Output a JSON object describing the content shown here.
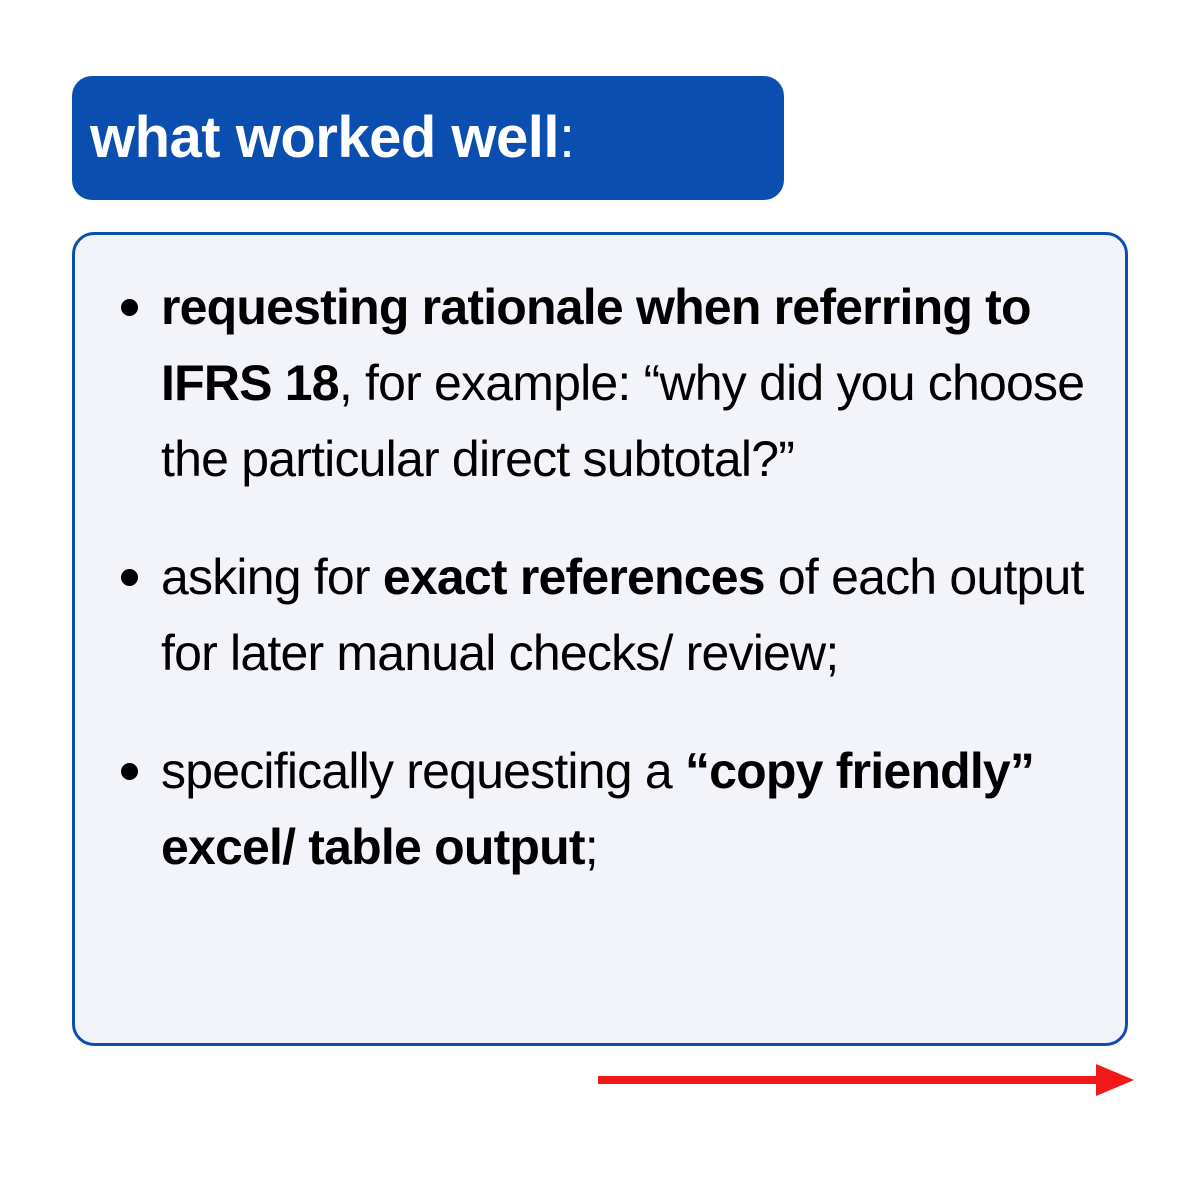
{
  "slide": {
    "background_color": "#FFFFFF",
    "accent_color": "#0A4FB0",
    "card_fill_color": "#F3F4FA",
    "arrow_color": "#F01818",
    "text_color": "#000000"
  },
  "header": {
    "title": "what worked well",
    "colon": ":"
  },
  "bullets": [
    {
      "id": "bullet-rationale",
      "segments": [
        {
          "text": "requesting rationale when referring to IFRS 18",
          "bold": true
        },
        {
          "text": ", for example: “why did you choose the particular direct subtotal?”",
          "bold": false
        }
      ],
      "plain_text": "requesting rationale when referring to IFRS 18, for example: “why did you choose the particular direct subtotal?”"
    },
    {
      "id": "bullet-references",
      "segments": [
        {
          "text": "asking for ",
          "bold": false
        },
        {
          "text": "exact references",
          "bold": true
        },
        {
          "text": " of each output for later manual checks/ review;",
          "bold": false
        }
      ],
      "plain_text": "asking for exact references of each output for later manual checks/ review;"
    },
    {
      "id": "bullet-copy-friendly",
      "segments": [
        {
          "text": "specifically requesting a ",
          "bold": false
        },
        {
          "text": "“copy friendly” excel/ table output",
          "bold": true
        },
        {
          "text": ";",
          "bold": false
        }
      ],
      "plain_text": "specifically requesting a “copy friendly” excel/ table output;"
    }
  ],
  "arrow": {
    "name": "red-right-arrow",
    "direction": "right",
    "color": "#F01818"
  }
}
